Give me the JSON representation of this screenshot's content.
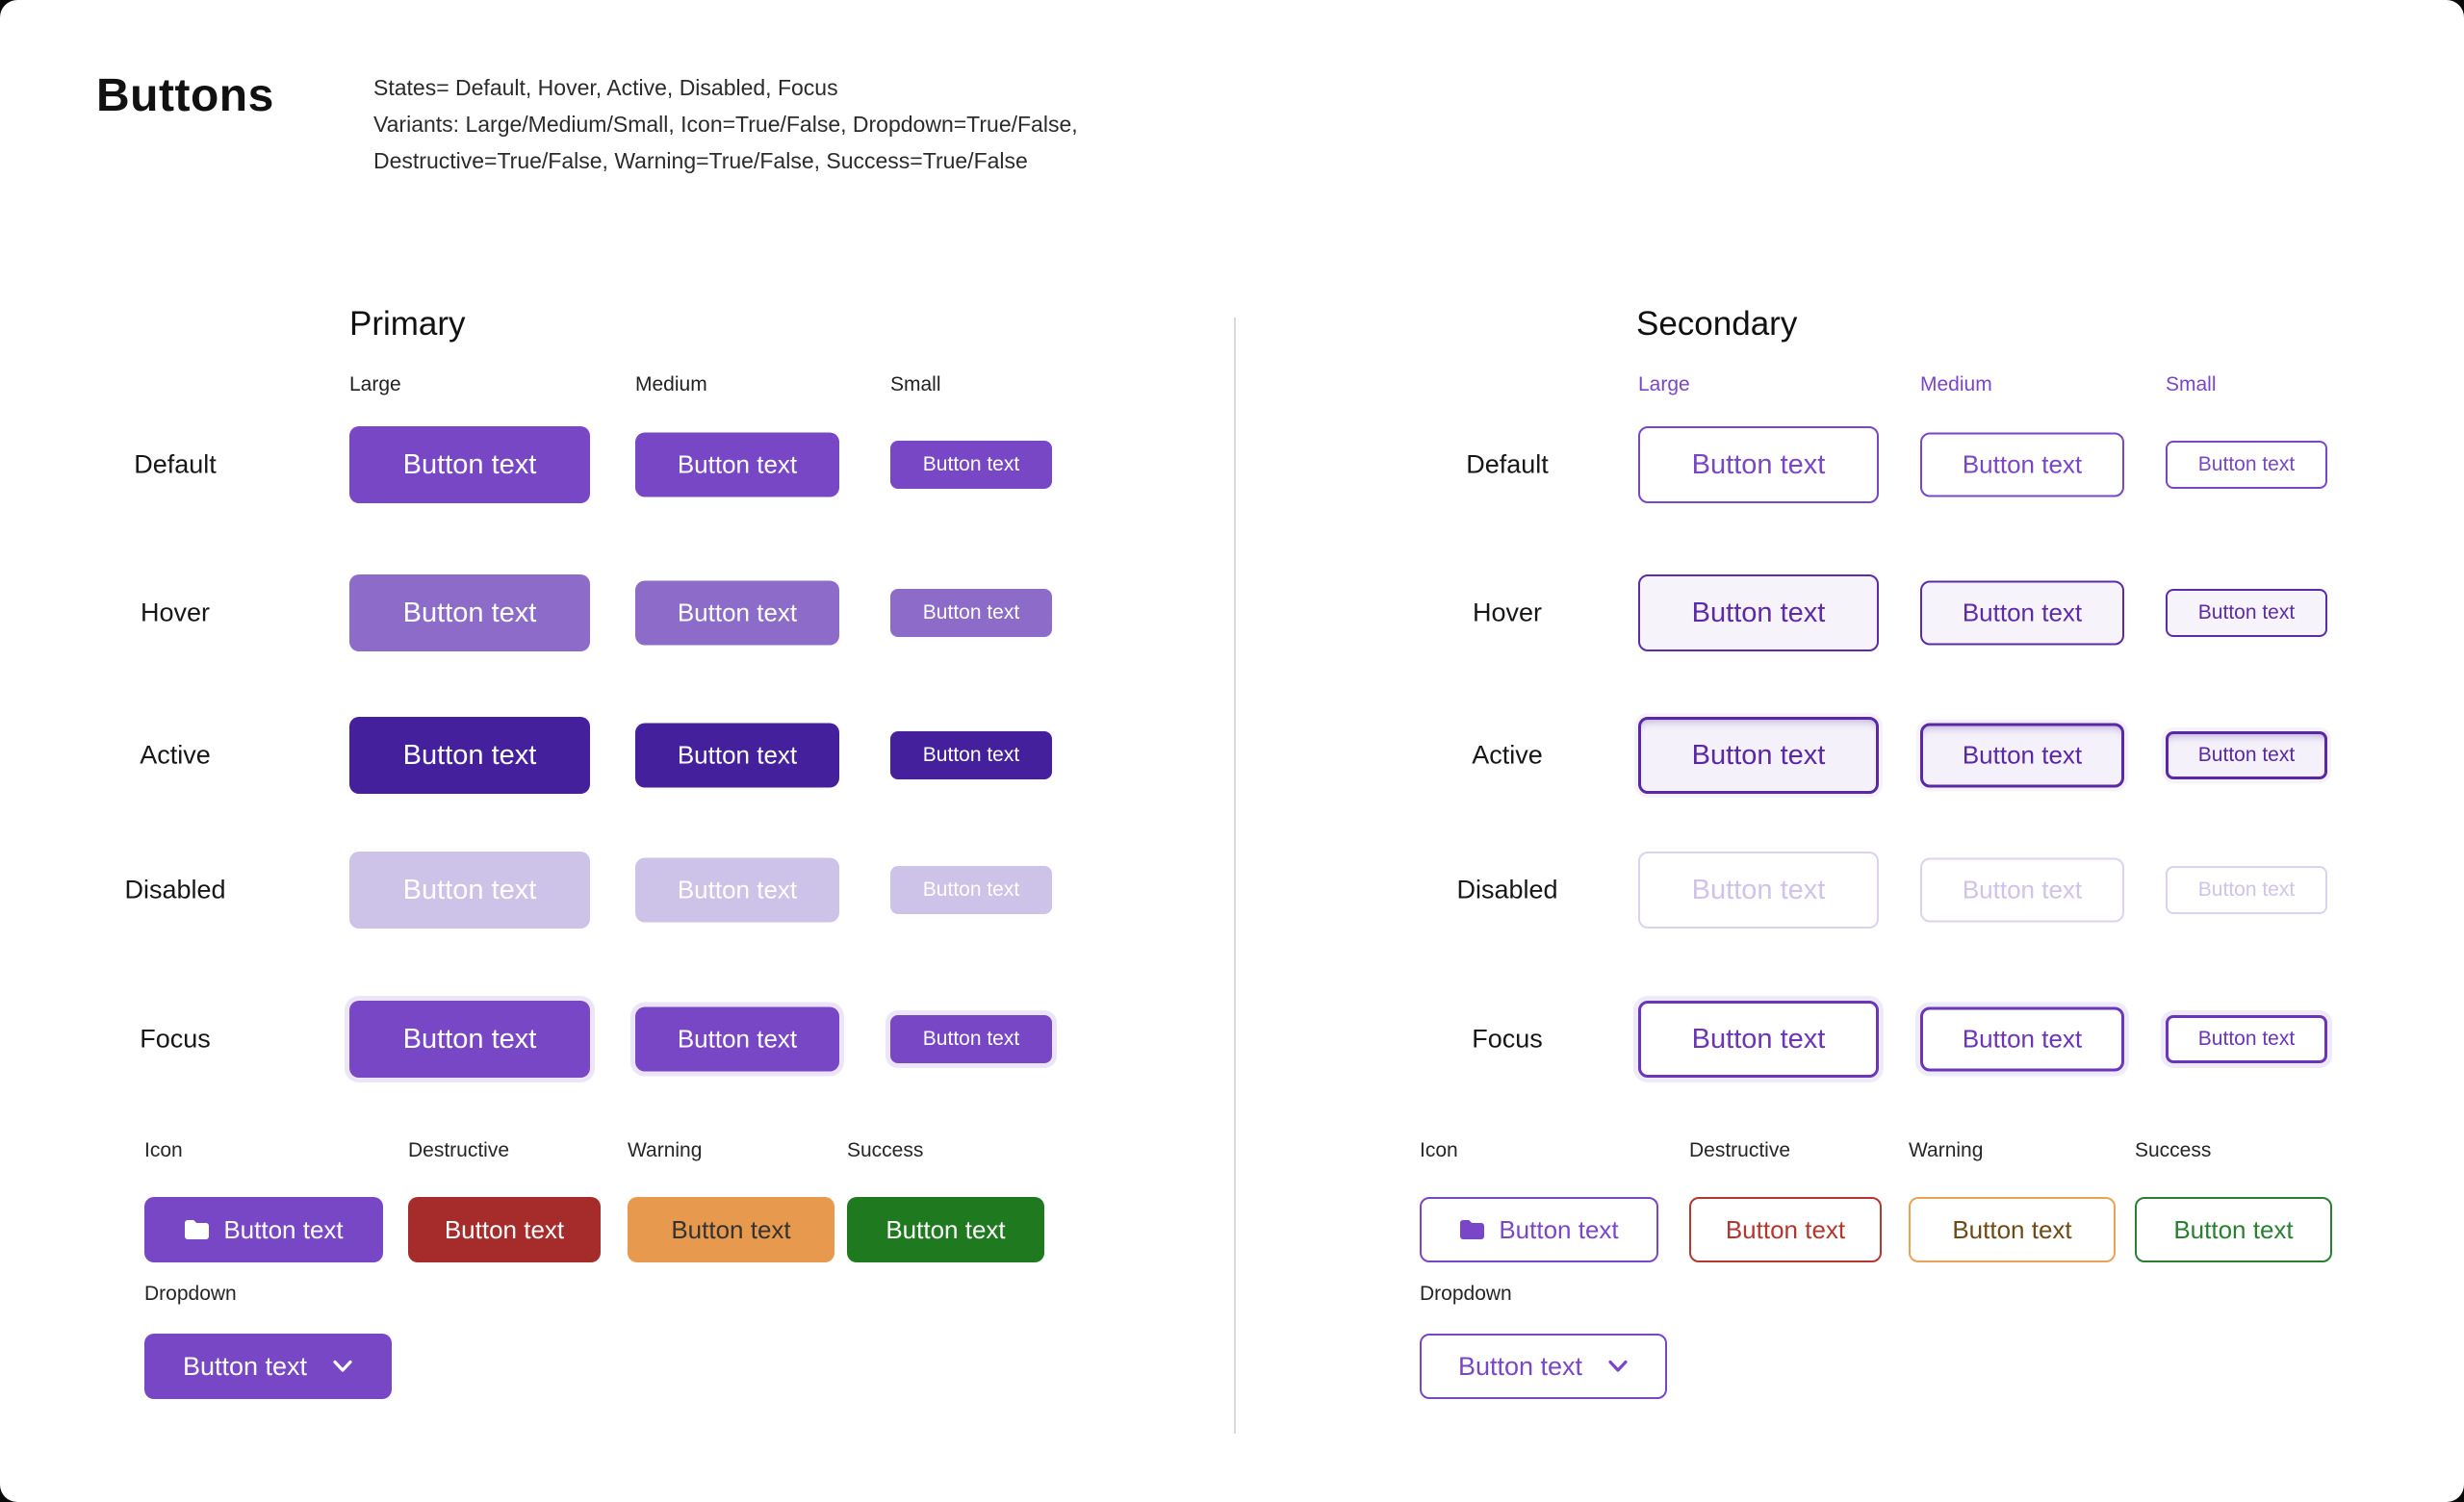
{
  "header": {
    "title": "Buttons",
    "spec_lines": [
      "States= Default, Hover, Active, Disabled, Focus",
      "Variants: Large/Medium/Small, Icon=True/False, Dropdown=True/False,",
      "Destructive=True/False, Warning=True/False, Success=True/False"
    ]
  },
  "button_label": "Button text",
  "colors": {
    "primary": "#7847C5",
    "primary_hover": "#8C6CC8",
    "primary_active": "#45209D",
    "primary_disabled": "#CDC2E7",
    "focus_ring": "#ECE5F8",
    "destructive": "#A62C2C",
    "warning": "#E79A4D",
    "success": "#1F7A1F",
    "secondary_outline": "#7A46C8"
  },
  "primary": {
    "title": "Primary",
    "sizes": {
      "large": "Large",
      "medium": "Medium",
      "small": "Small"
    },
    "states": {
      "default": "Default",
      "hover": "Hover",
      "active": "Active",
      "disabled": "Disabled",
      "focus": "Focus"
    },
    "variants": {
      "icon": "Icon",
      "destructive": "Destructive",
      "warning": "Warning",
      "success": "Success",
      "dropdown": "Dropdown"
    }
  },
  "secondary": {
    "title": "Secondary",
    "sizes": {
      "large": "Large",
      "medium": "Medium",
      "small": "Small"
    },
    "states": {
      "default": "Default",
      "hover": "Hover",
      "active": "Active",
      "disabled": "Disabled",
      "focus": "Focus"
    },
    "variants": {
      "icon": "Icon",
      "destructive": "Destructive",
      "warning": "Warning",
      "success": "Success",
      "dropdown": "Dropdown"
    }
  }
}
